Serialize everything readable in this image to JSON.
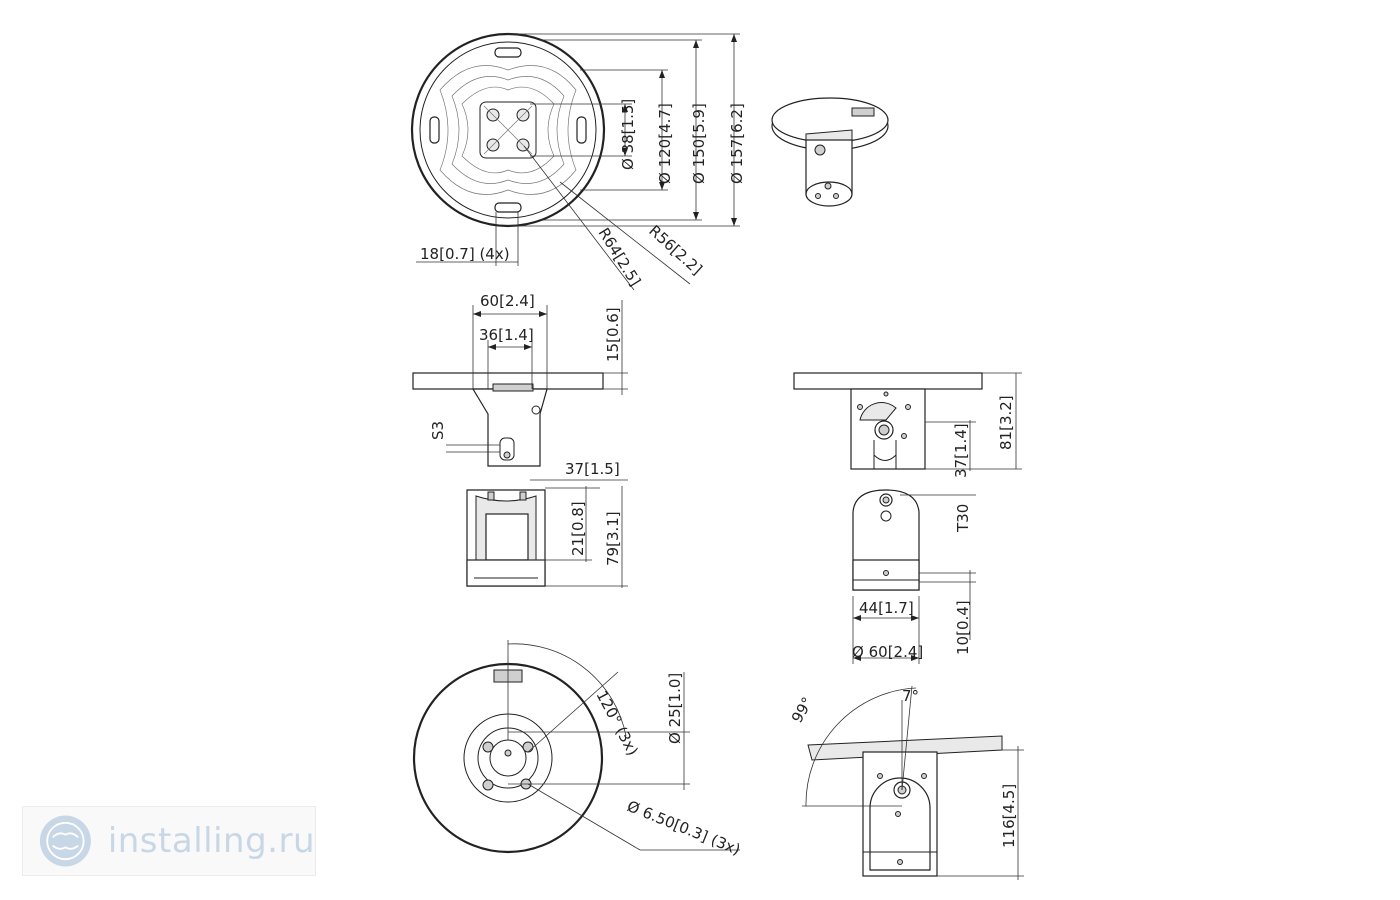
{
  "drawing": {
    "top_view_dims": {
      "d38": "38",
      "d38_in": "1.5",
      "d120": "120",
      "d120_in": "4.7",
      "d150": "150",
      "d150_in": "5.9",
      "d157": "157",
      "d157_in": "6.2",
      "r64": "R64",
      "r64_in": "2.5",
      "r56": "R56",
      "r56_in": "2.2",
      "slot": "18",
      "slot_in": "0.7",
      "slot_qty": "(4x)"
    },
    "front_view_dims": {
      "w60": "60",
      "w60_in": "2.4",
      "w36": "36",
      "w36_in": "1.4",
      "h15": "15",
      "h15_in": "0.6",
      "s3": "S3",
      "w37": "37",
      "w37_in": "1.5",
      "h21": "21",
      "h21_in": "0.8",
      "h79": "79",
      "h79_in": "3.1"
    },
    "side_view_dims": {
      "h81": "81",
      "h81_in": "3.2",
      "h37": "37",
      "h37_in": "1.4",
      "t30": "T30",
      "w44": "44",
      "w44_in": "1.7",
      "h10": "10",
      "h10_in": "0.4",
      "d60": "60",
      "d60_in": "2.4"
    },
    "bottom_view_dims": {
      "angle120": "120°",
      "angle120_qty": "(3x)",
      "d25": "25",
      "d25_in": "1.0",
      "d650": "6.50",
      "d650_in": "0.3",
      "d650_qty": "(3x)"
    },
    "tilt_view_dims": {
      "a99": "99°",
      "a7": "7°",
      "h116": "116",
      "h116_in": "4.5"
    },
    "symbols": {
      "diameter": "Ø"
    }
  },
  "watermark": {
    "text": "installing.ru",
    "logo_icon": "globe-logo-icon",
    "color": "#c7d7e6"
  }
}
